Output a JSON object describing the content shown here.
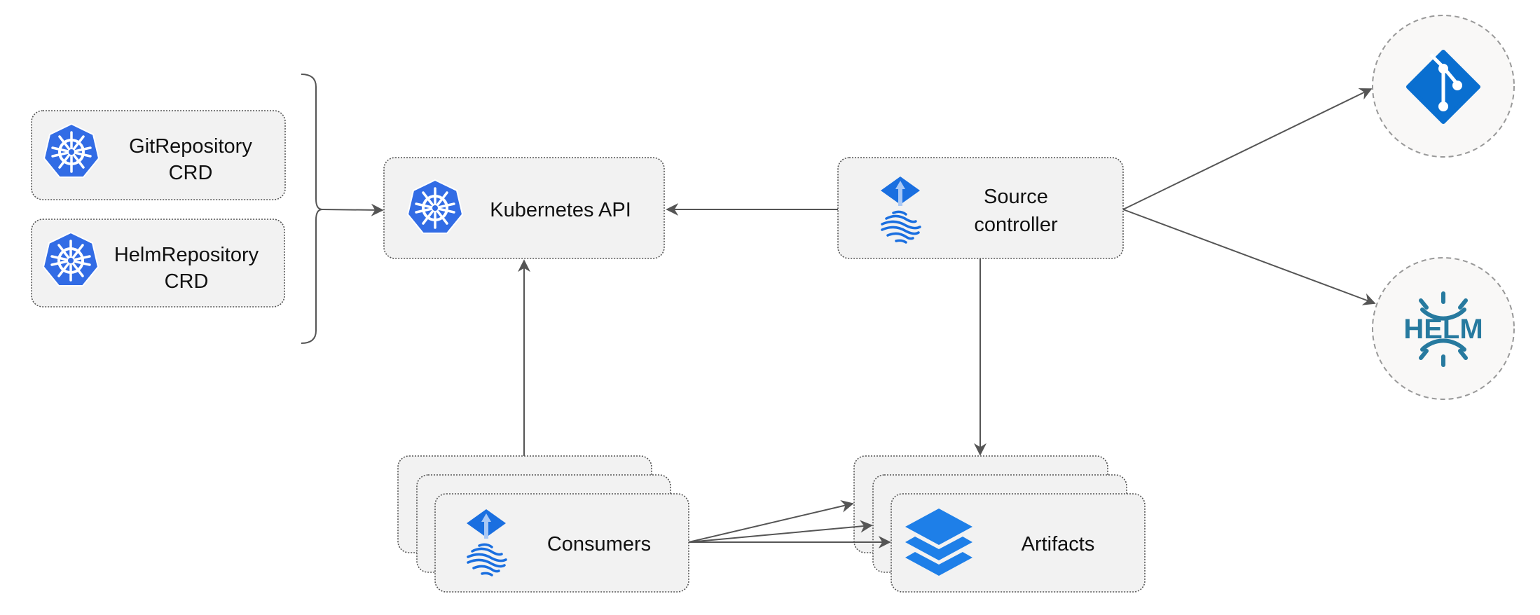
{
  "nodes": {
    "git_crd": {
      "line1": "GitRepository",
      "line2": "CRD",
      "icon": "kubernetes-icon"
    },
    "helm_crd": {
      "line1": "HelmRepository",
      "line2": "CRD",
      "icon": "kubernetes-icon"
    },
    "k8s_api": {
      "label": "Kubernetes API",
      "icon": "kubernetes-icon"
    },
    "source_controller": {
      "line1": "Source",
      "line2": "controller",
      "icon": "flux-icon"
    },
    "consumers": {
      "label": "Consumers",
      "icon": "flux-icon"
    },
    "artifacts": {
      "label": "Artifacts",
      "icon": "layers-icon"
    },
    "git": {
      "icon": "git-icon"
    },
    "helm": {
      "logo_text": "HELM",
      "icon": "helm-icon"
    }
  },
  "edges": [
    {
      "from": "git_crd+helm_crd",
      "to": "k8s_api"
    },
    {
      "from": "source_controller",
      "to": "k8s_api"
    },
    {
      "from": "consumers",
      "to": "k8s_api"
    },
    {
      "from": "source_controller",
      "to": "git"
    },
    {
      "from": "source_controller",
      "to": "helm"
    },
    {
      "from": "source_controller",
      "to": "artifacts"
    },
    {
      "from": "consumers",
      "to": "artifacts"
    }
  ],
  "colors": {
    "k8s_blue": "#326ce5",
    "flux_blue": "#1a6fe0",
    "git_blue": "#0a6fd0",
    "helm_teal": "#277a9f",
    "box_fill": "#f2f2f2"
  }
}
